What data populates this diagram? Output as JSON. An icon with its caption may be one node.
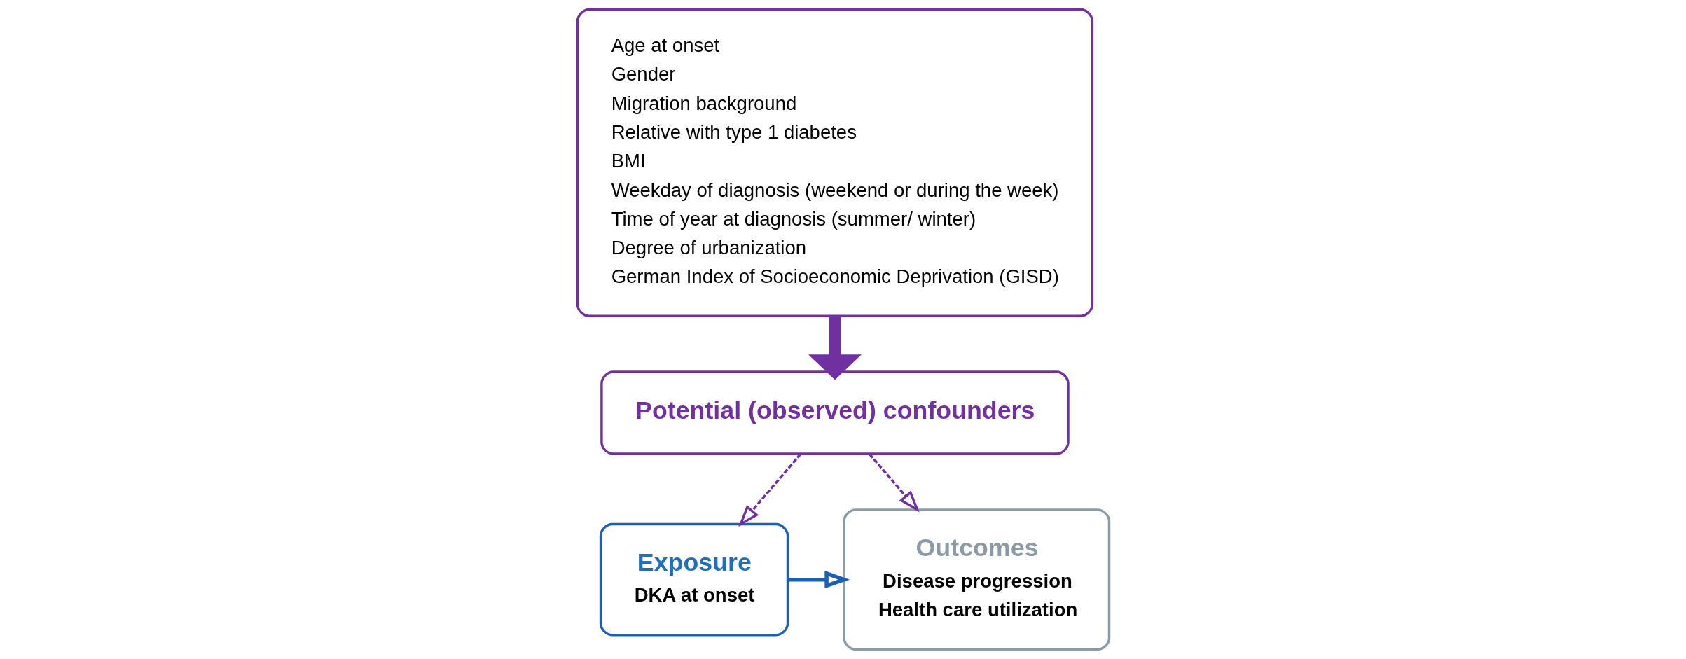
{
  "diagram": {
    "nodes": [
      {
        "text": [
          "Potential (observed) confounders"
        ]
      },
      {
        "text": [
          "Age at onset",
          "Gender",
          "Migration background",
          "Relative with type 1 diabetes",
          "BMI",
          "Weekday of diagnosis (weekend or during the week)",
          "Time of year at diagnosis (summer/ winter)",
          "Degree of urbanization",
          "German Index of Socioeconomic Deprivation (GISD)"
        ]
      },
      {
        "text": [
          "Exposure",
          "DKA at onset"
        ]
      },
      {
        "text": [
          "Outcomes",
          "Disease progression",
          "Health care utilization"
        ]
      }
    ],
    "edges": [
      {
        "from": 1,
        "to": 0,
        "arrow": "to",
        "style": "thick"
      },
      {
        "from": 0,
        "to": 2,
        "arrow": "to",
        "style": "dashed"
      },
      {
        "from": 0,
        "to": 3,
        "arrow": "to",
        "style": "dashed"
      },
      {
        "from": 2,
        "to": 3,
        "arrow": "to",
        "color": "#1f5fb0"
      }
    ]
  }
}
